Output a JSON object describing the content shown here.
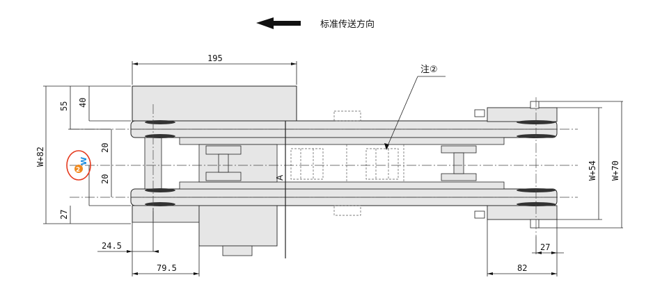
{
  "header": {
    "direction_label": "标准传送方向"
  },
  "note": {
    "label": "注②"
  },
  "badge": {
    "text": "W"
  },
  "section_mark": "A",
  "dimensions": {
    "top_length": "195",
    "left_55": "55",
    "left_40": "40",
    "left_20a": "20",
    "left_20b": "20",
    "left_w82": "W+82",
    "left_27": "27",
    "bottom_24_5": "24.5",
    "bottom_79_5": "79.5",
    "right_w54": "W+54",
    "right_w70": "W+70",
    "right_27": "27",
    "right_82": "82"
  },
  "colors": {
    "part_fill": "#e6e6e6",
    "badge_ring": "#e53a1e",
    "badge_orange": "#f08a1e",
    "badge_blue": "#1e8fe0"
  }
}
